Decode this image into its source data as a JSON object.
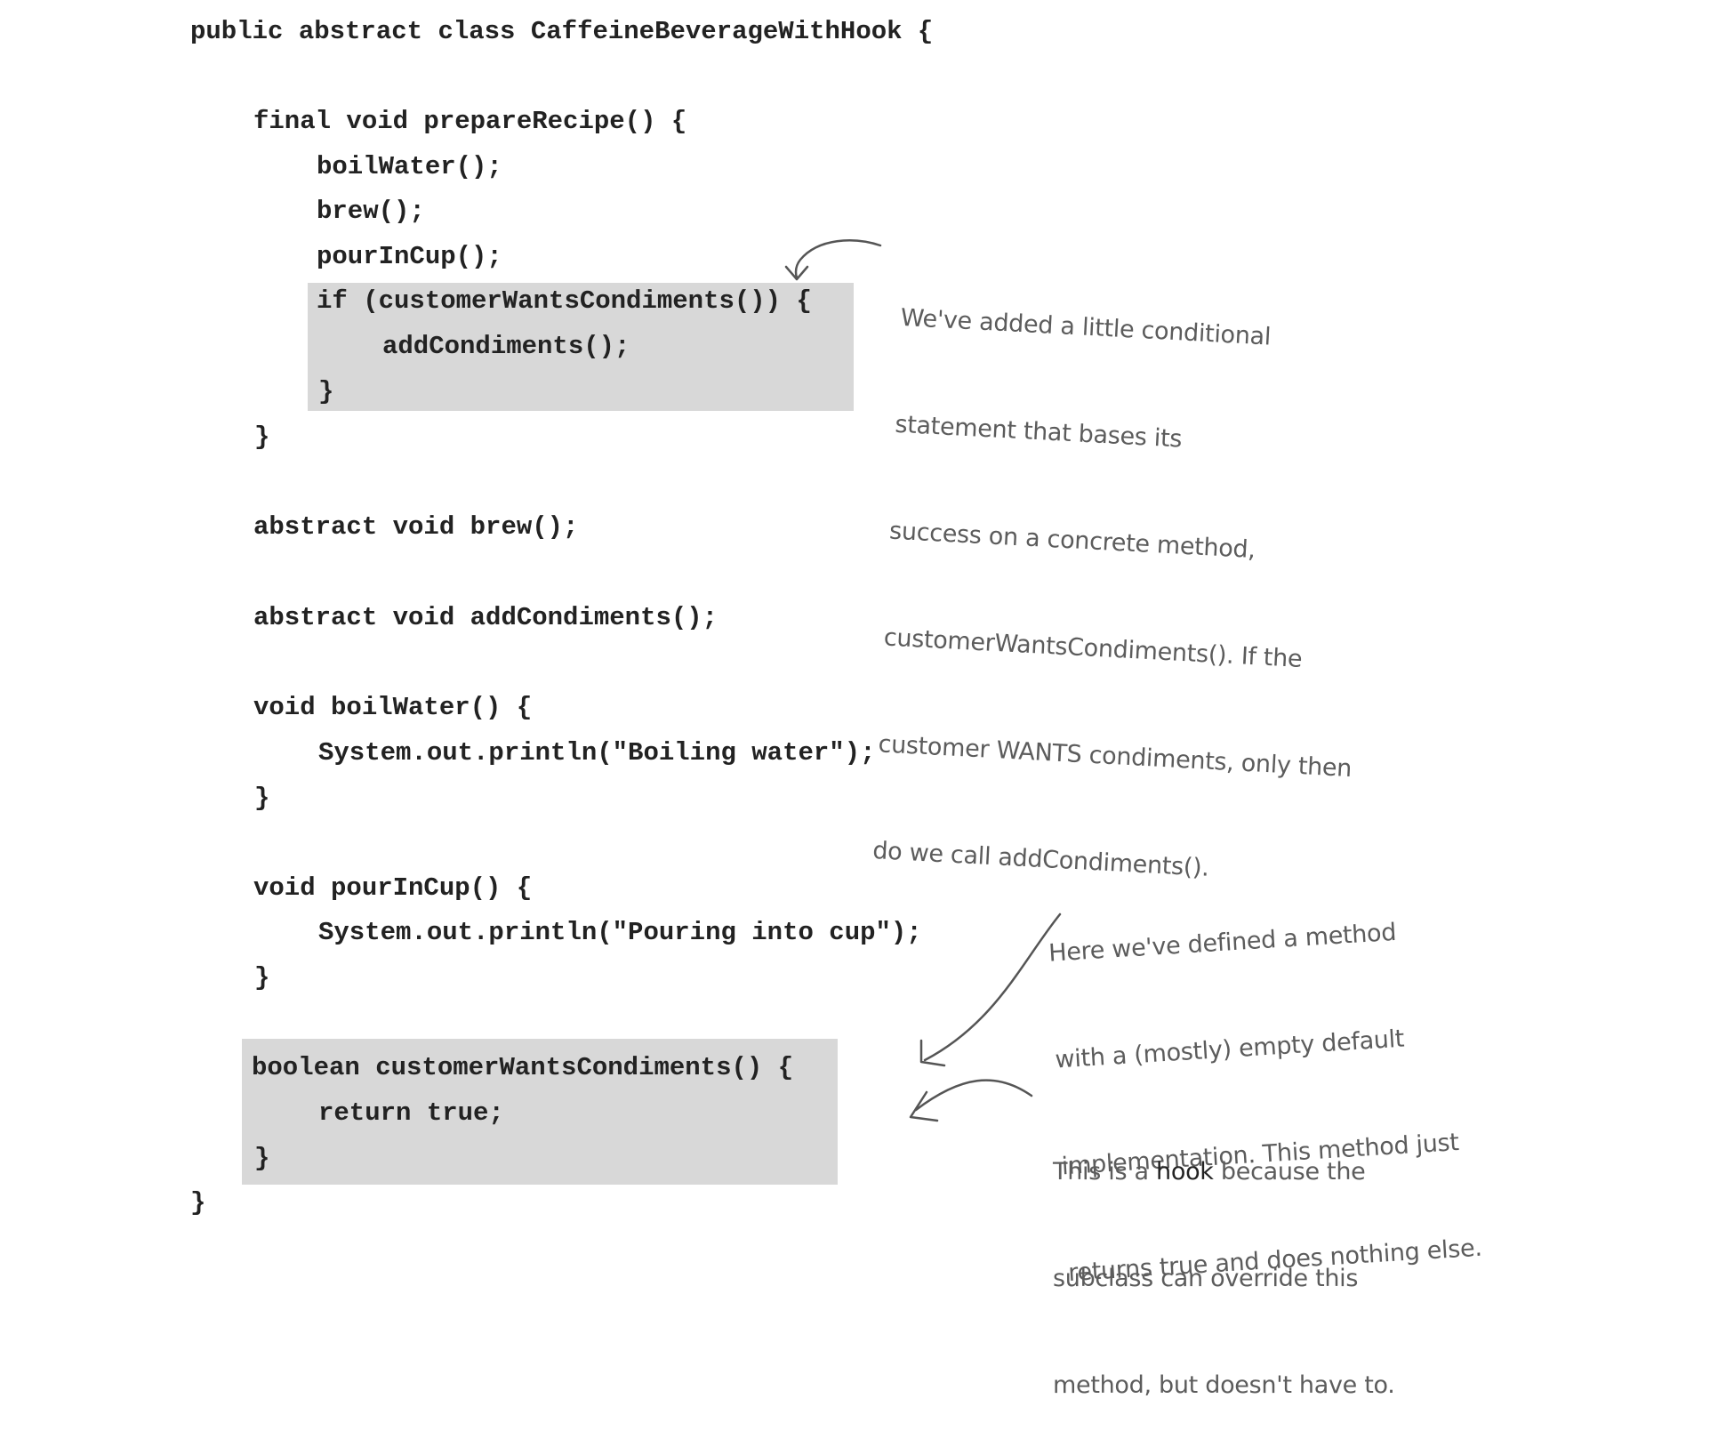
{
  "code_lines": [
    "public abstract class CaffeineBeverageWithHook {",
    "final void prepareRecipe() {",
    "boilWater();",
    "brew();",
    "pourInCup();",
    "if (customerWantsCondiments()) {",
    "addCondiments();",
    "}",
    "}",
    "abstract void brew();",
    "abstract void addCondiments();",
    "void boilWater() {",
    "System.out.println(\"Boiling water\");",
    "}",
    "void pourInCup() {",
    "System.out.println(\"Pouring into cup\");",
    "}",
    "boolean customerWantsCondiments() {",
    "return true;",
    "}",
    "}"
  ],
  "annotations": {
    "conditional": [
      "We've added a little conditional",
      "statement that bases its",
      "success on a concrete method,",
      "customerWantsCondiments(). If the",
      "customer WANTS condiments, only then",
      "do we call addCondiments()."
    ],
    "default_impl": [
      "Here we've defined a method",
      "with a (mostly) empty default",
      "implementation. This method just",
      "returns true and does nothing else."
    ],
    "hook": {
      "line1_before": "This is a ",
      "line1_bold": "hook",
      "line1_after": " because the",
      "line2": "subclass can override this",
      "line3": "method, but doesn't have to."
    }
  },
  "colors": {
    "highlight": "#d8d8d8",
    "code_text": "#222222",
    "annotation_text": "#5c5c5c"
  }
}
